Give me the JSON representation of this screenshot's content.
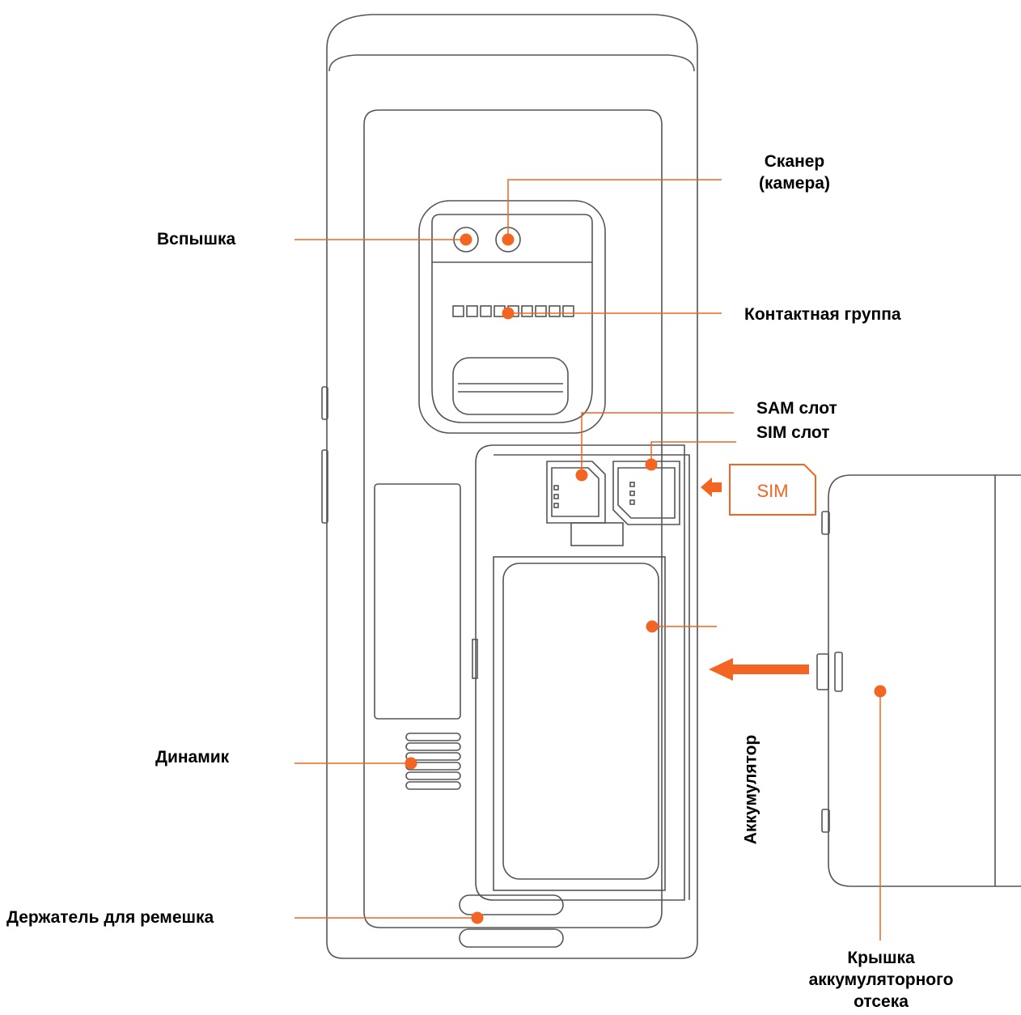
{
  "colors": {
    "line": "#555555",
    "accent": "#f26522",
    "text": "#000000",
    "background": "#ffffff"
  },
  "labels": {
    "flash": "Вспышка",
    "scanner_line1": "Сканер",
    "scanner_line2": "(камера)",
    "contacts": "Контактная группа",
    "sam_slot": "SAM слот",
    "sim_slot": "SIM слот",
    "speaker": "Динамик",
    "battery": "Аккумулятор",
    "strap_holder": "Держатель для ремешка",
    "cover_line1": "Крышка",
    "cover_line2": "аккумуляторного",
    "cover_line3": "отсека"
  },
  "sim_card_text": "SIM"
}
